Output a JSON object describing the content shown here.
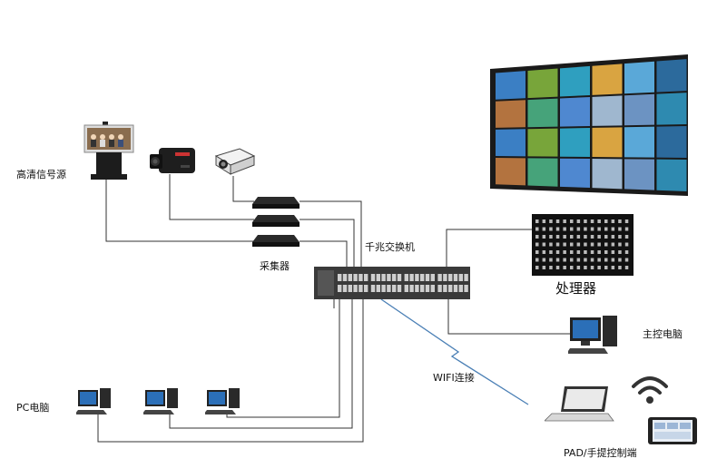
{
  "labels": {
    "hd_source": "高清信号源",
    "collector": "采集器",
    "switch": "千兆交换机",
    "processor": "处理器",
    "main_pc": "主控电脑",
    "wifi": "WIFI连接",
    "pc": "PC电脑",
    "pad": "PAD/手提控制端"
  },
  "colors": {
    "line": "#333333",
    "wifi_line": "#4a7fb5",
    "device_dark": "#1f1f1f",
    "screen_blue": "#2b6fb8"
  },
  "icons": {
    "hd_source": "videoconference-terminal-icon",
    "camera": "camcorder-icon",
    "projector": "projector-icon",
    "collector": "encoder-box-icon",
    "switch": "network-switch-icon",
    "video_wall": "video-wall-icon",
    "processor": "rack-processor-icon",
    "main_pc": "desktop-computer-icon",
    "pc": "desktop-computer-icon",
    "laptop": "laptop-icon",
    "tablet": "tablet-icon",
    "wifi": "wifi-icon"
  }
}
